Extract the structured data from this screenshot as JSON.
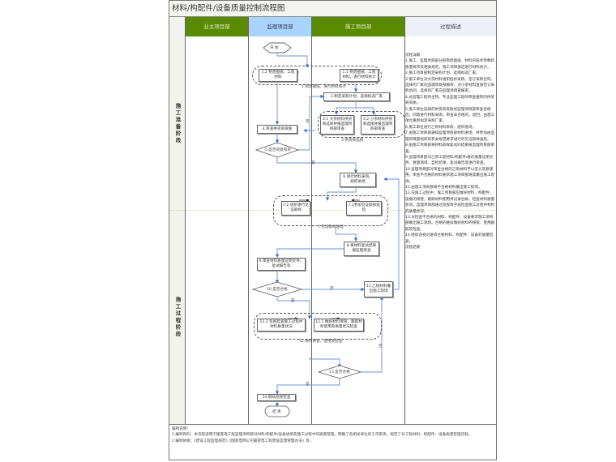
{
  "title": "材料/构配件/设备质量控制流程图",
  "headers": [
    {
      "label": "业主项目部",
      "color": "#5a8a00"
    },
    {
      "label": "监理项目部",
      "color": "#a8d4ff"
    },
    {
      "label": "施工项目部",
      "color": "#5a8a00"
    },
    {
      "label": "过程描述",
      "color": "#eef0f8"
    }
  ],
  "phases": [
    "施工准备阶段",
    "施工过程阶段"
  ],
  "nodes": {
    "start": "开 始",
    "n1_1": "1.1 熟悉图纸、工程材料，进行材料统计",
    "n1_2": "1.2 熟悉图纸、工程材料",
    "n1_group": "1.熟悉图纸、进行材料统计",
    "n2": "2.制定采购计划，选择拟选厂家",
    "n3_1": "3.1 大宗材料供货商选择并报监理项目部审查",
    "n3_2": "3.2 小宗材料供货商选择并报监理项目部审查",
    "n3_group": "3.供货商选择",
    "n4": "4.审查供货商资质",
    "n5": "5.是否同意购买",
    "n6": "6.进行材料采购，组织进场",
    "n7_1": "7.1参加见证取样送检",
    "n7_2": "7.2 组织进行见证取样",
    "n7_group": "7.见证取样送检",
    "n8": "8.将材料复试结果报监理审查",
    "n9": "9.审查材料质量证明文件、复试报告等",
    "n10": "10.是否合格",
    "n11": "11.乙购材料撤出施工现场",
    "n12_1": "12.1 做好材料保管，跟踪材料使用及质量状况检查",
    "n12_2": "12.2 巡视检查施工过程中材料质量状况",
    "n12_group": "12.材料保管、使用及检查",
    "n13": "13.是否合格",
    "n14": "14.继续巡视检查",
    "end": "结 束"
  },
  "edge_labels": {
    "no": "否",
    "yes": "是"
  },
  "description": [
    "流程详解",
    "1.施工、监理项目部分别熟悉图纸、材料的技术参数和质量要求及相关规范，施工项目部应进行材料统计。",
    "2.施工项目部制定采购计划，选择拟选厂家。",
    "3.施工单位对大宗材料组织招标采购，签订采购合同，选择的厂家向监理项目部报审；对小宗材料直接签订采购合同，选择的厂家向监理项目部报审。",
    "4.总监理工程师主持，专业监理工程师审查报审的供货商资质。",
    "5.施工单位选择的供货商资质经监理项目部审查合格后，同意进行材料采购，审查未合格的，退回，由施工单位重新拟定采购厂家。",
    "6.施工单位进行乙购材料采购，组织进场。",
    "7.由施工项目部通知监理项目部材料进场，并参加由监理项目部组织的有关规范要求进行的见证取样送检。",
    "8.由施工项目部将材料取样复试的结果报监理项目部审查。",
    "9.监理项目部对乙购工程材料/构配件/备的质量证明文件、数量清单、自检结果、复试报告等进行审查。",
    "10.监理项目部对审查合格的乙购材料予以签认同意使用，审查不合格的材料要求施工项目部将其撤出施工现场。",
    "11.由施工项目部将不合格材料撤出施工现场。",
    "12.在施工过程中，施工项目部应做好材料、构配件、设备的保管，跟踪材料使用并记录台帐，检查材料质量状况；监理项目部通过巡视等手段检查施工过程中材料的质量状况。",
    "13.对检查不合格的材料、构配件、设备要求施工项目部撤出施工现场。合格的继续做好材料的保管、使用跟踪及检查。",
    "14.继续巡视对进场主要材料、构配件、设备的质量检查。",
    "流程结束"
  ],
  "footer": [
    "编制说明：",
    "1.编制目的：本流程适用于输变电工程监理项目部对材料/构配件/设备进场及施工过程中的质量管理，明确了各相关单位的工作职责，规范了对工程材料、构配件、设备质量管理流程。",
    "2.编制依据：《建设工程监理规范》《国家电网公司输变电工程建设监理管理办法》等。"
  ]
}
